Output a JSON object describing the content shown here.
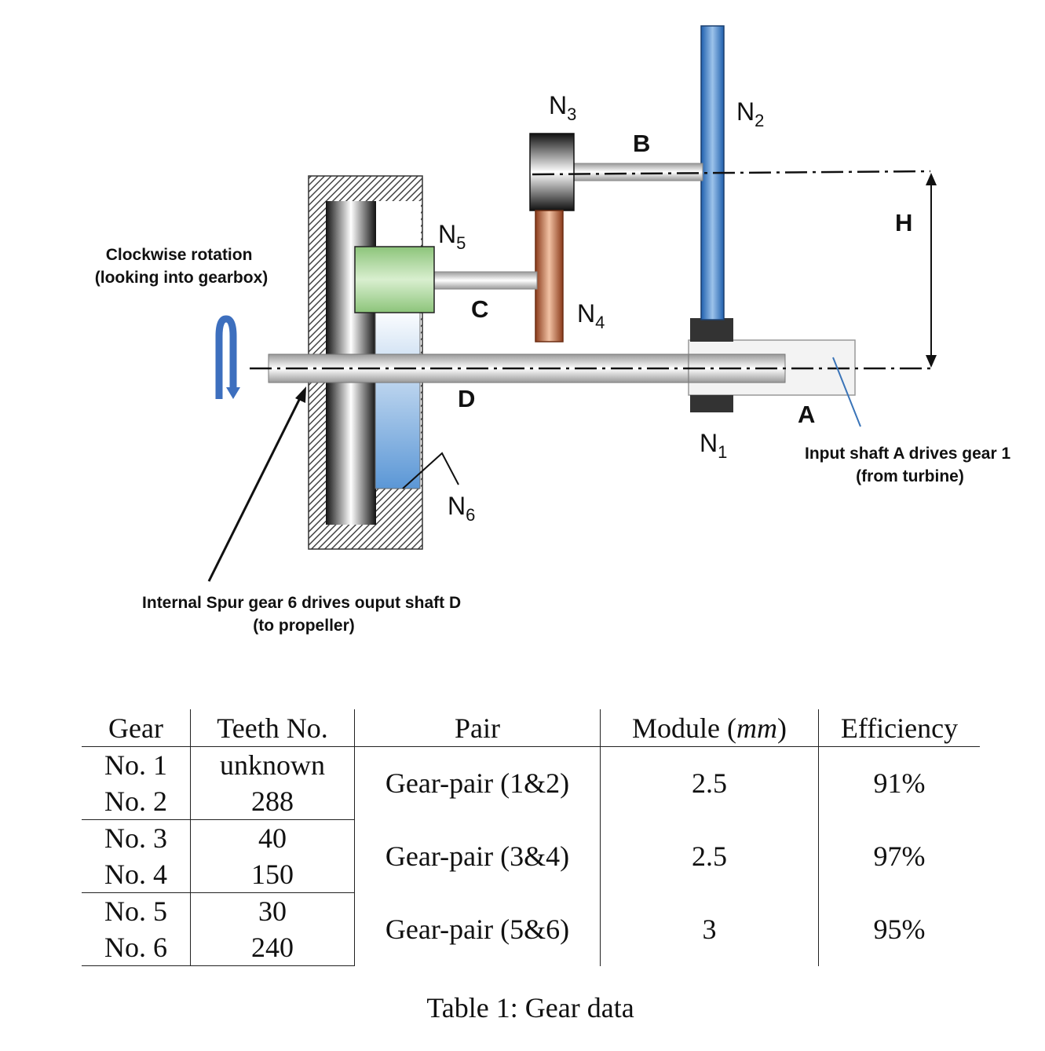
{
  "diagram": {
    "labels": {
      "n3": {
        "base": "N",
        "sub": "3"
      },
      "n2": {
        "base": "N",
        "sub": "2"
      },
      "n5": {
        "base": "N",
        "sub": "5"
      },
      "n4": {
        "base": "N",
        "sub": "4"
      },
      "n1": {
        "base": "N",
        "sub": "1"
      },
      "n6": {
        "base": "N",
        "sub": "6"
      },
      "shaft_a": "A",
      "shaft_b": "B",
      "shaft_c": "C",
      "shaft_d": "D",
      "dim_h": "H"
    },
    "annotations": {
      "rotation_line1": "Clockwise rotation",
      "rotation_line2": "(looking into gearbox)",
      "input_line1": "Input shaft A drives gear 1",
      "input_line2": "(from turbine)",
      "output_line1": "Internal Spur gear 6 drives ouput shaft D",
      "output_line2": "(to propeller)"
    },
    "colors": {
      "gear2_blue": "#3a74b8",
      "gear4_copper": "#b5562f",
      "gear5_green": "#9fd18e",
      "gear6_blue": "#5b97d6",
      "housing_hatch": "#555555",
      "rotation_arrow": "#3d6fbe"
    }
  },
  "table": {
    "headers": {
      "gear": "Gear",
      "teeth": "Teeth No.",
      "pair": "Pair",
      "module_prefix": "Module (",
      "module_unit": "mm",
      "module_suffix": ")",
      "efficiency": "Efficiency"
    },
    "groups": [
      {
        "gears": [
          "No. 1",
          "No. 2"
        ],
        "teeth": [
          "unknown",
          "288"
        ],
        "pair": "Gear-pair (1&2)",
        "module": "2.5",
        "efficiency": "91%"
      },
      {
        "gears": [
          "No. 3",
          "No. 4"
        ],
        "teeth": [
          "40",
          "150"
        ],
        "pair": "Gear-pair (3&4)",
        "module": "2.5",
        "efficiency": "97%"
      },
      {
        "gears": [
          "No. 5",
          "No. 6"
        ],
        "teeth": [
          "30",
          "240"
        ],
        "pair": "Gear-pair (5&6)",
        "module": "3",
        "efficiency": "95%"
      }
    ],
    "caption": "Table 1: Gear data"
  }
}
